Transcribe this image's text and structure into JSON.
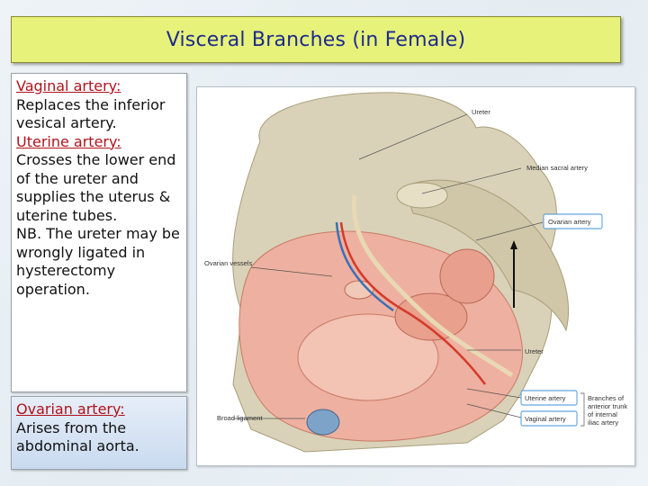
{
  "slide": {
    "title": "Visceral Branches (in Female)",
    "box1": {
      "vaginal_heading": "Vaginal artery:",
      "vaginal_text": "Replaces the inferior vesical artery.",
      "uterine_heading": "Uterine artery:",
      "uterine_text": "Crosses the lower end of the ureter and supplies the uterus & uterine tubes.",
      "nb_text": "NB. The ureter may be wrongly ligated in hysterectomy operation."
    },
    "box2": {
      "ovarian_heading": "Ovarian artery:",
      "ovarian_text": "Arises from the abdominal aorta."
    }
  },
  "figure": {
    "labels": {
      "ureter_top": "Ureter",
      "median_sacral": "Median sacral artery",
      "ovarian_artery": "Ovarian artery",
      "ovarian_vessels": "Ovarian vessels",
      "ureter_right": "Ureter",
      "uterine_artery": "Uterine artery",
      "vaginal_artery": "Vaginal artery",
      "broad_ligament": "Broad ligament",
      "branches_note_1": "Branches of",
      "branches_note_2": "anterior trunk",
      "branches_note_3": "of internal",
      "branches_note_4": "iliac artery"
    },
    "colors": {
      "bone": "#d9d2b8",
      "bone_shadow": "#b8ae8e",
      "tissue": "#eeb0a0",
      "tissue_dark": "#d98672",
      "artery": "#d43a2a",
      "vein": "#3b6fb5",
      "ureter": "#f1e2c2",
      "label_box": "#3f8fd4"
    }
  }
}
